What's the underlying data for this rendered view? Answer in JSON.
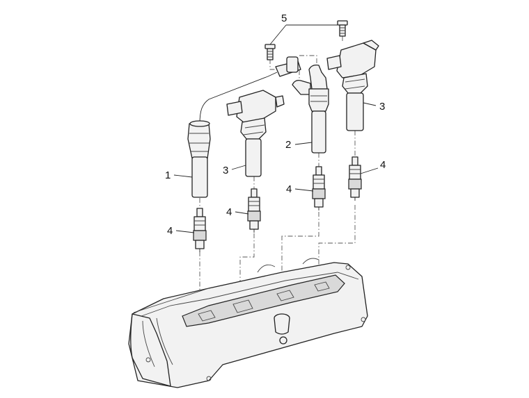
{
  "callouts": {
    "wire": "1",
    "boot": "2",
    "coil_left": "3",
    "coil_right": "3",
    "plug_left": "4",
    "plug_mid": "4",
    "plug_center": "4",
    "plug_right": "4",
    "bolts": "5"
  }
}
